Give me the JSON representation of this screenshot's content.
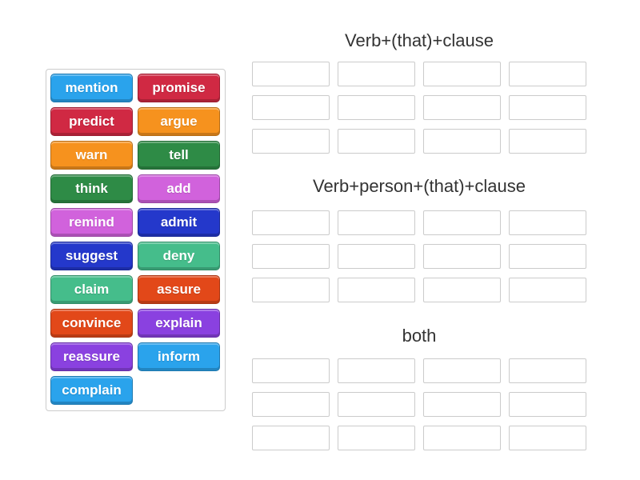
{
  "word_bank": {
    "tiles": [
      {
        "label": "mention",
        "color": "#2aa3ec"
      },
      {
        "label": "promise",
        "color": "#d02943"
      },
      {
        "label": "predict",
        "color": "#d02943"
      },
      {
        "label": "argue",
        "color": "#f6921e"
      },
      {
        "label": "warn",
        "color": "#f6921e"
      },
      {
        "label": "tell",
        "color": "#2e8b46"
      },
      {
        "label": "think",
        "color": "#2e8b46"
      },
      {
        "label": "add",
        "color": "#d162dc"
      },
      {
        "label": "remind",
        "color": "#d162dc"
      },
      {
        "label": "admit",
        "color": "#2438cb"
      },
      {
        "label": "suggest",
        "color": "#2438cb"
      },
      {
        "label": "deny",
        "color": "#45bd8b"
      },
      {
        "label": "claim",
        "color": "#45bd8b"
      },
      {
        "label": "assure",
        "color": "#e24819"
      },
      {
        "label": "convince",
        "color": "#e24819"
      },
      {
        "label": "explain",
        "color": "#8a41e0"
      },
      {
        "label": "reassure",
        "color": "#8a41e0"
      },
      {
        "label": "inform",
        "color": "#2aa3ec"
      },
      {
        "label": "complain",
        "color": "#2aa3ec"
      }
    ]
  },
  "categories": [
    {
      "title": "Verb+(that)+clause",
      "slot_count": 12
    },
    {
      "title": "Verb+person+(that)+clause",
      "slot_count": 12
    },
    {
      "title": "both",
      "slot_count": 12
    }
  ],
  "colors": {
    "background": "#ffffff",
    "tile_text": "#ffffff",
    "category_title": "#333333",
    "slot_border": "#cbcbcb",
    "panel_border": "#cccccc"
  }
}
